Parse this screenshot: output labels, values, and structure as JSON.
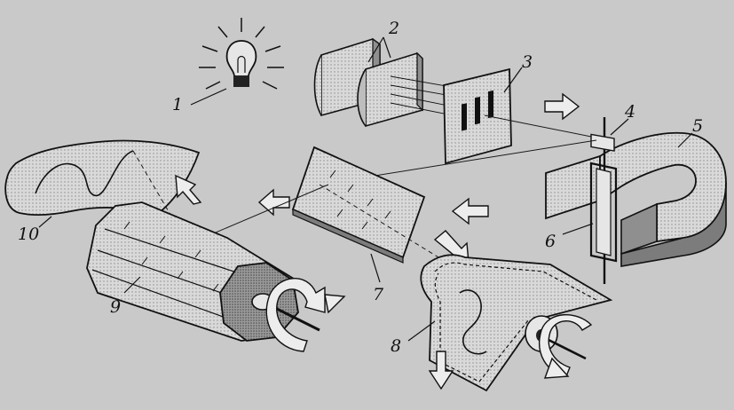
{
  "diagram": {
    "background": "#c9c9c9",
    "parts": [
      {
        "label": "1",
        "component": "lamp"
      },
      {
        "label": "2",
        "component": "condenser-lenses"
      },
      {
        "label": "3",
        "component": "slit-diaphragm"
      },
      {
        "label": "4",
        "component": "mirror"
      },
      {
        "label": "5",
        "component": "permanent-magnet"
      },
      {
        "label": "6",
        "component": "galvanometer-loop"
      },
      {
        "label": "7",
        "component": "semitransparent-plate"
      },
      {
        "label": "8",
        "component": "photographic-tape"
      },
      {
        "label": "9",
        "component": "rotating-polygonal-mirror"
      },
      {
        "label": "10",
        "component": "screen"
      }
    ]
  }
}
